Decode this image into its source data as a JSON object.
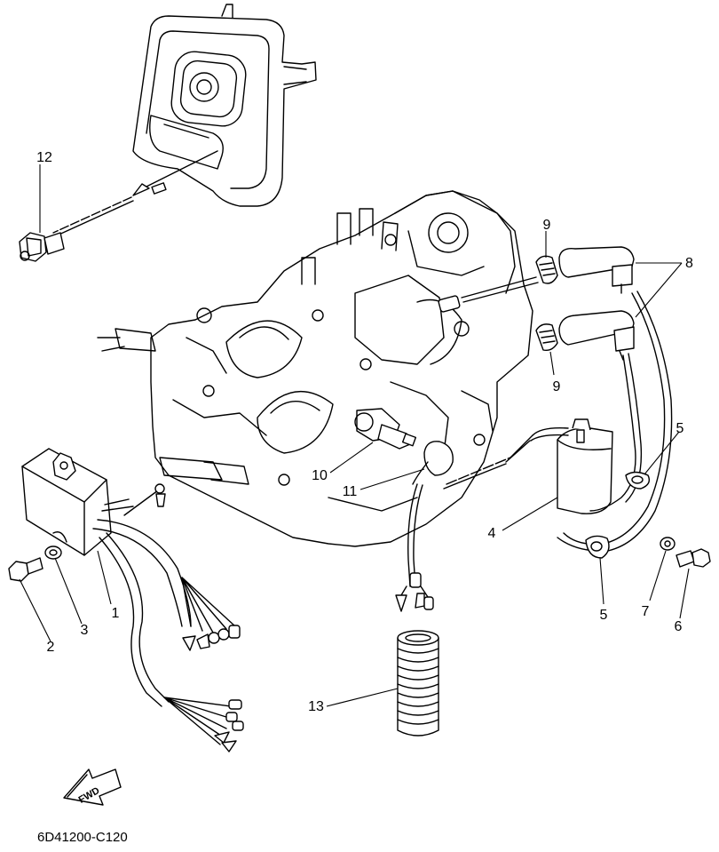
{
  "callouts": {
    "c1": "1",
    "c2": "2",
    "c3": "3",
    "c4": "4",
    "c5a": "5",
    "c5b": "5",
    "c6": "6",
    "c7": "7",
    "c8": "8",
    "c9a": "9",
    "c9b": "9",
    "c10": "10",
    "c11": "11",
    "c12": "12",
    "c13": "13"
  },
  "direction_label": "FWD",
  "diagram_code": "6D41200-C120"
}
